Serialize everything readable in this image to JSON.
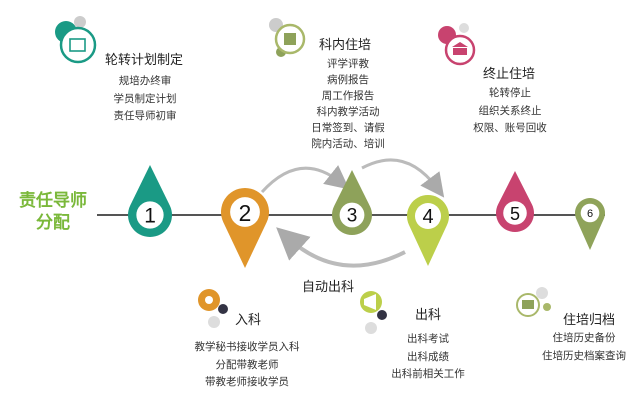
{
  "lead": {
    "line1": "责任导师",
    "line2": "分配"
  },
  "steps": [
    {
      "number": "1",
      "color": "#1a9a85"
    },
    {
      "number": "2",
      "color": "#e0952a"
    },
    {
      "number": "3",
      "color": "#8ea25a"
    },
    {
      "number": "4",
      "color": "#bccf4a"
    },
    {
      "number": "5",
      "color": "#c8436f"
    },
    {
      "number": "6",
      "color": "#8fa35a"
    }
  ],
  "blocks": {
    "plan": {
      "title": "轮转计划制定",
      "items": [
        "规培办终审",
        "学员制定计划",
        "责任导师初审"
      ],
      "icon": "calendar-edit-icon"
    },
    "dept": {
      "title": "科内住培",
      "items": [
        "评学评教",
        "病例报告",
        "周工作报告",
        "科内教学活动",
        "日常签到、请假",
        "院内活动、培训"
      ],
      "icon": "book-icon"
    },
    "terminate": {
      "title": "终止住培",
      "items": [
        "轮转停止",
        "组织关系终止",
        "权限、账号回收"
      ],
      "icon": "bank-icon"
    },
    "enter": {
      "title": "入科",
      "items": [
        "教学秘书接收学员入科",
        "分配带教老师",
        "带教老师接收学员"
      ],
      "icon": "group-icon"
    },
    "exit": {
      "title": "出科",
      "items": [
        "出科考试",
        "出科成绩",
        "出科前相关工作"
      ],
      "icon": "megaphone-icon"
    },
    "archive": {
      "title": "住培归档",
      "items": [
        "住培历史备份",
        "住培历史档案查询"
      ],
      "icon": "archive-icon"
    }
  },
  "auto_exit": "自动出科"
}
